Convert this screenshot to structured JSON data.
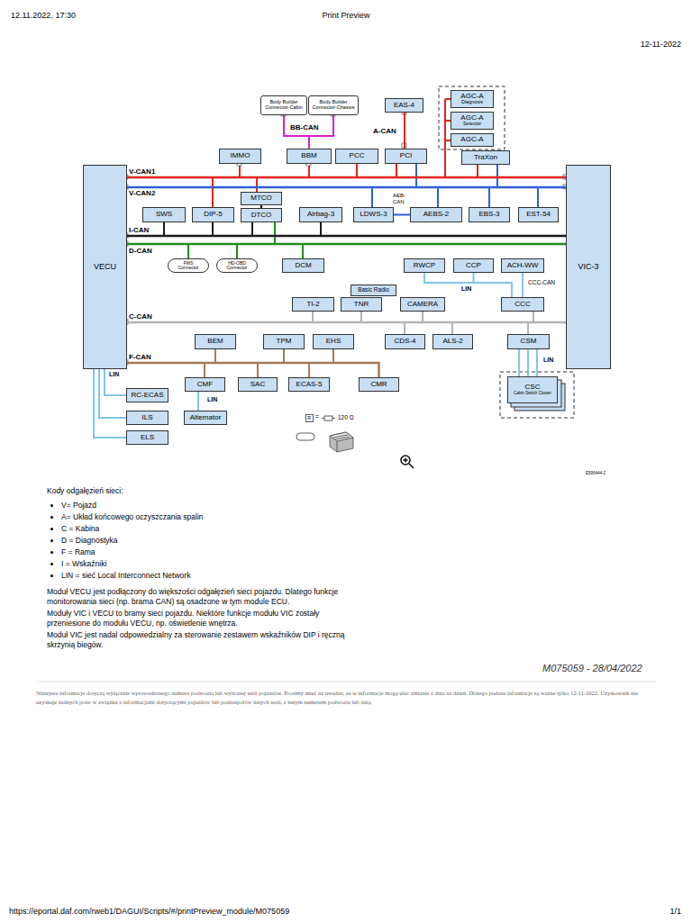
{
  "diagram": {
    "nodes": [
      {
        "text": [
          "Body Builder Connector-Cabin"
        ]
      },
      {
        "text": [
          "Body Builder Connector-Chassis"
        ]
      },
      {
        "text": [
          "EAS-4"
        ]
      },
      {
        "text": [
          "AGC-A",
          "Diagnosis"
        ]
      },
      {
        "text": [
          "AGC-A",
          "Selector"
        ]
      },
      {
        "text": [
          "AGC-A"
        ]
      },
      {
        "text": [
          "IMMO"
        ]
      },
      {
        "text": [
          "BBM"
        ]
      },
      {
        "text": [
          "PCC"
        ]
      },
      {
        "text": [
          "PCI"
        ]
      },
      {
        "text": [
          "TraXon"
        ]
      },
      {
        "text": [
          "VECU"
        ]
      },
      {
        "text": [
          "VIC-3"
        ]
      },
      {
        "text": [
          "MTCO"
        ]
      },
      {
        "text": [
          "SWS"
        ]
      },
      {
        "text": [
          "DIP-5"
        ]
      },
      {
        "text": [
          "DTCO"
        ]
      },
      {
        "text": [
          "Airbag-3"
        ]
      },
      {
        "text": [
          "LDWS-3"
        ]
      },
      {
        "text": [
          "AEBS-2"
        ]
      },
      {
        "text": [
          "EBS-3"
        ]
      },
      {
        "text": [
          "EST-54"
        ]
      },
      {
        "text": [
          "FMS Connector"
        ]
      },
      {
        "text": [
          "HD-OBD Connector"
        ]
      },
      {
        "text": [
          "DCM"
        ]
      },
      {
        "text": [
          "RWCP"
        ]
      },
      {
        "text": [
          "CCP"
        ]
      },
      {
        "text": [
          "ACH-WW"
        ]
      },
      {
        "text": [
          "Basic Radio"
        ]
      },
      {
        "text": [
          "TI-2"
        ]
      },
      {
        "text": [
          "TNR"
        ]
      },
      {
        "text": [
          "CAMERA"
        ]
      },
      {
        "text": [
          "CCC"
        ]
      },
      {
        "text": [
          "BEM"
        ]
      },
      {
        "text": [
          "TPM"
        ]
      },
      {
        "text": [
          "EHS"
        ]
      },
      {
        "text": [
          "CDS-4"
        ]
      },
      {
        "text": [
          "ALS-2"
        ]
      },
      {
        "text": [
          "CSM"
        ]
      },
      {
        "text": [
          "CSC",
          "Cabin Switch Cluster"
        ]
      },
      {
        "text": [
          "CMF"
        ]
      },
      {
        "text": [
          "SAC"
        ]
      },
      {
        "text": [
          "ECAS-5"
        ]
      },
      {
        "text": [
          "CMR"
        ]
      },
      {
        "text": [
          "RC-ECAS"
        ]
      },
      {
        "text": [
          "ILS"
        ]
      },
      {
        "text": [
          "Alternator"
        ]
      },
      {
        "text": [
          "ELS"
        ]
      }
    ],
    "edges": [
      {
        "from": 0,
        "to": 7,
        "arrow": "none"
      },
      {
        "from": 1,
        "to": 7,
        "arrow": "none"
      },
      {
        "from": 2,
        "to": 9,
        "arrow": "none"
      },
      {
        "from": 11,
        "to": 12,
        "arrow": "none"
      },
      {
        "from": 11,
        "to": 12,
        "arrow": "none"
      },
      {
        "from": 11,
        "to": 12,
        "arrow": "none"
      },
      {
        "from": 11,
        "to": 12,
        "arrow": "none"
      },
      {
        "from": 11,
        "to": 12,
        "arrow": "none"
      },
      {
        "from": 11,
        "to": 43,
        "arrow": "none"
      },
      {
        "from": 13,
        "to": 16,
        "arrow": "none"
      },
      {
        "from": 18,
        "to": 19,
        "arrow": "none"
      },
      {
        "from": 25,
        "to": 32,
        "arrow": "none"
      },
      {
        "from": 26,
        "to": 32,
        "arrow": "none"
      },
      {
        "from": 27,
        "to": 32,
        "arrow": "none"
      },
      {
        "from": 38,
        "to": 39,
        "arrow": "none"
      },
      {
        "from": 40,
        "to": 46,
        "arrow": "none"
      },
      {
        "from": 11,
        "to": 44,
        "arrow": "none"
      },
      {
        "from": 11,
        "to": 45,
        "arrow": "none"
      },
      {
        "from": 11,
        "to": 47,
        "arrow": "none"
      }
    ],
    "labels": [
      "12.11.2022, 17:30",
      "Print Preview",
      "12-11-2022",
      "BB-CAN",
      "A-CAN",
      "V-CAN1",
      "V-CAN2",
      "AEB-CAN",
      "I-CAN",
      "D-CAN",
      "CCC-CAN",
      "LIN",
      "C-CAN",
      "F-CAN",
      "LIN",
      "LIN",
      "LIN",
      "R",
      "=",
      "E506444-2",
      "Kody odgałęzień sieci:",
      "V= Pojazd",
      "A= Układ końcowego oczyszczania spalin",
      "C = Kabina",
      "D = Diagnostyka",
      "F = Rama",
      "I = Wskaźniki",
      "LIN = sieć Local Interconnect Network",
      "Moduł VECU jest podłączony do większości odgałęzień sieci pojazdu. Dlatego funkcje monitorowania sieci (np. brama CAN) są osadzone w tym module ECU.",
      "Moduły VIC i VECU to bramy sieci pojazdu. Niektóre funkcje modułu VIC zostały przeniesione do modułu VECU, np. oświetlenie wnętrza.",
      "Moduł VIC jest nadal odpowiedzialny za sterowanie zestawem wskaźników DIP i ręczną skrzynią biegów.",
      "M075059 - 28/04/2022",
      "Niniejsze informacje dotyczą wyłącznie wprowadzonego numeru podwozia lub wybranej serii pojazdów. Prosimy mieć na uwadze, że te informacje mogą ulec zmianie z dnia na dzień. Dlatego podane informacje są ważne tylko 12-11-2022. Użytkownik nie uzyskuje żadnych praw w związku z informacjami dotyczącymi pojazdów lub podzespołów innych serii, z innym numerem podwozia lub datą.",
      "https://eportal.daf.com/rweb1/DAGUI/Scripts/#/printPreview_module/M075059",
      "1/1"
    ],
    "legend": [
      {
        "text": "120 Ω"
      }
    ]
  }
}
